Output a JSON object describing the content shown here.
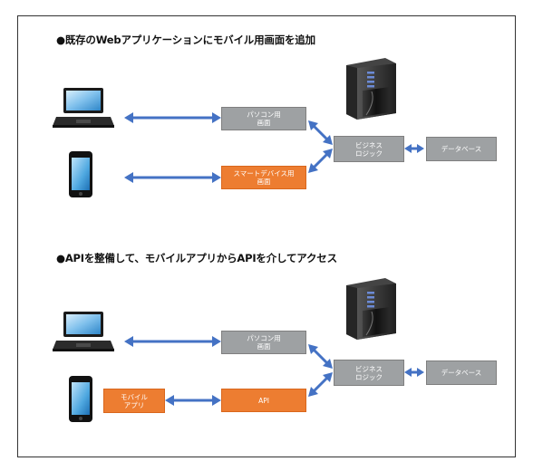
{
  "section1": {
    "heading": "●既存のWebアプリケーションにモバイル用画面を追加",
    "boxes": {
      "pc_screen": "パソコン用\n画面",
      "smart_screen": "スマートデバイス用\n画面",
      "business_logic": "ビジネス\nロジック",
      "database": "データベース"
    }
  },
  "section2": {
    "heading": "●APIを整備して、モバイルアプリからAPIを介してアクセス",
    "boxes": {
      "pc_screen": "パソコン用\n画面",
      "mobile_app": "モバイル\nアプリ",
      "api": "API",
      "business_logic": "ビジネス\nロジック",
      "database": "データベース"
    }
  },
  "colors": {
    "gray_box": "#9ea1a3",
    "orange_box": "#ed7d31",
    "arrow": "#4472c4",
    "server": "#1a1a1a"
  },
  "icons": [
    "laptop-icon",
    "smartphone-icon",
    "server-icon"
  ]
}
